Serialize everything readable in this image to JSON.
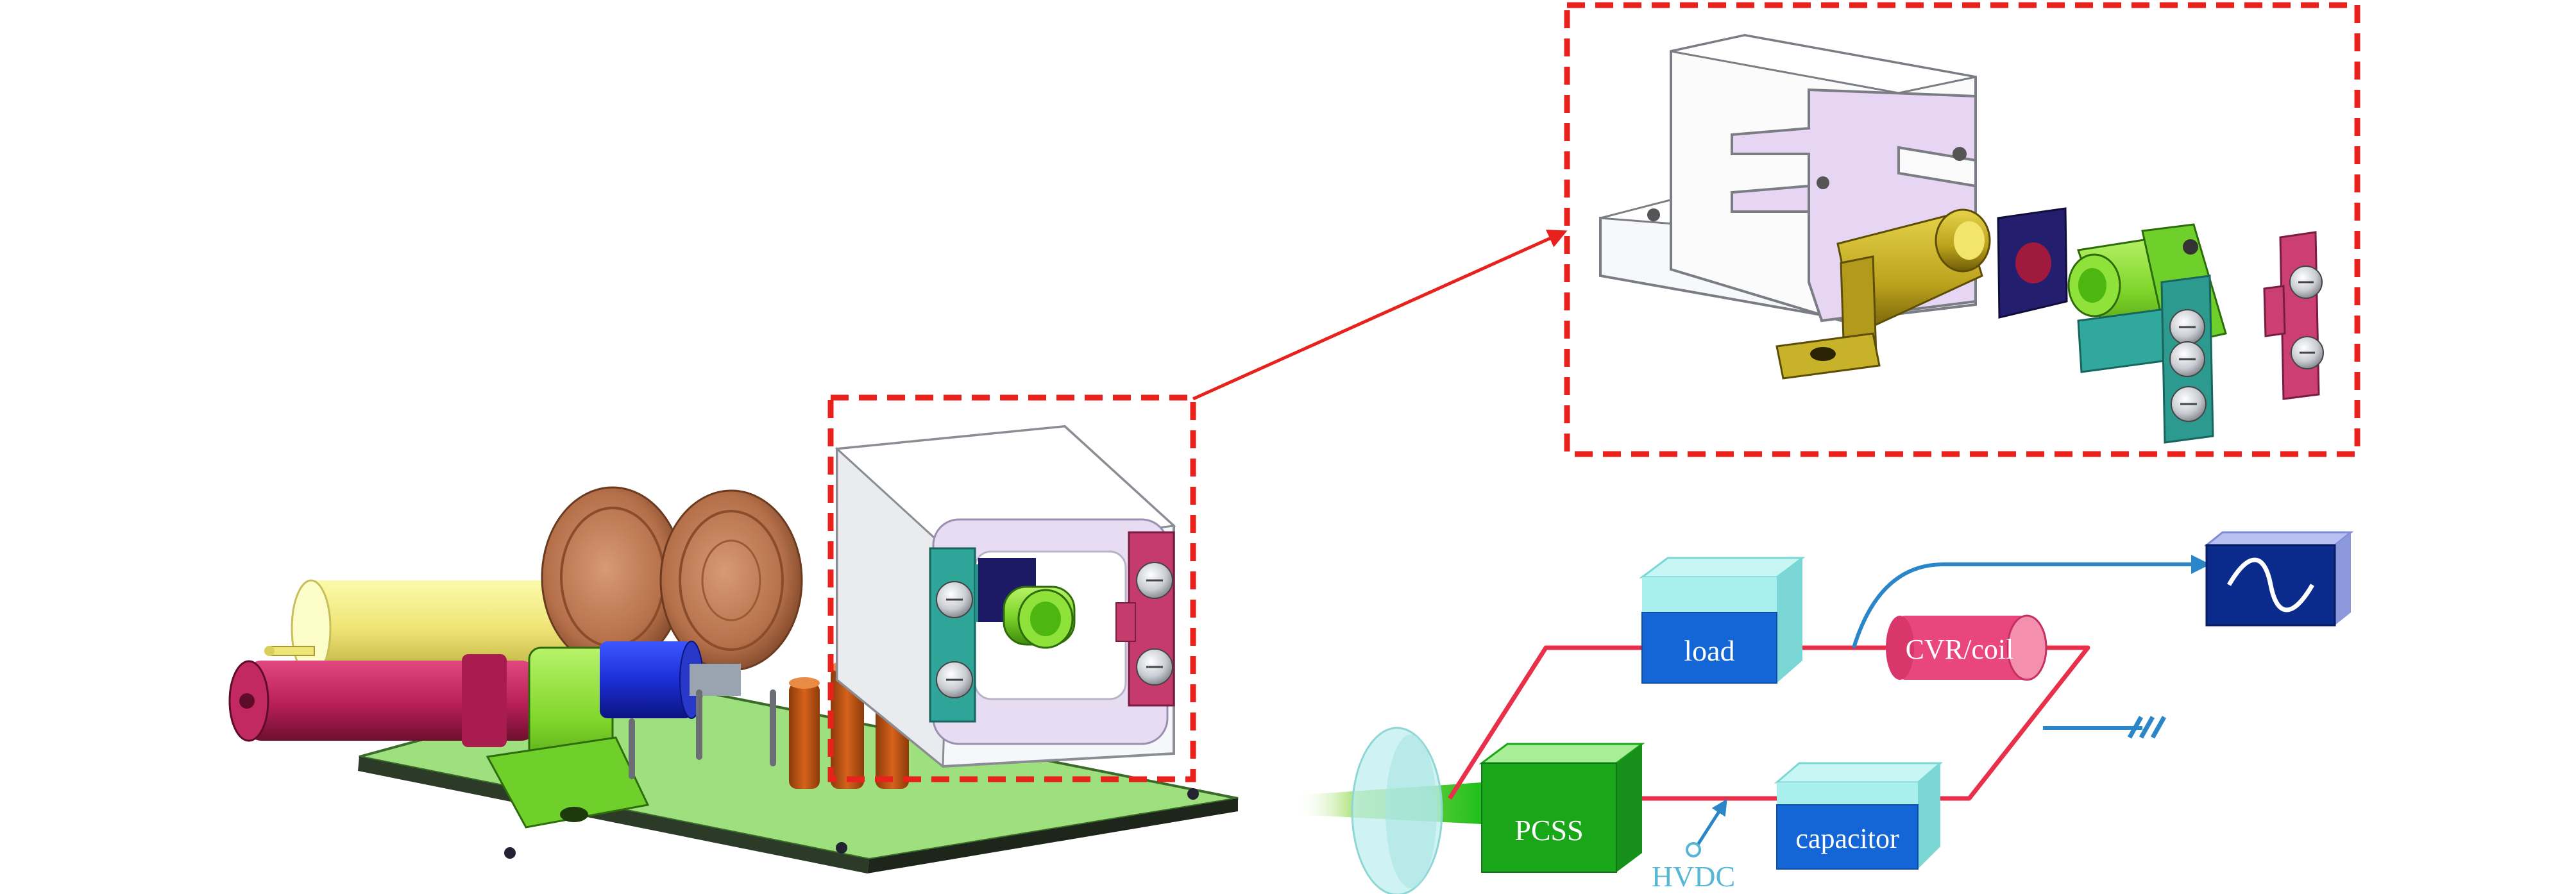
{
  "colors": {
    "callout_red": "#e8211c",
    "wire_red": "#e8304a",
    "signal_blue": "#2a86c9",
    "load_blue": "#1466d6",
    "pcss_green": "#1aa619",
    "capacitor_blue": "#1466d6",
    "cvr_pink": "#e8467c",
    "board_green": "#9ee07e",
    "scope_navy": "#0a2a8c",
    "hvdc_cyan": "#56b7d4"
  },
  "circuit": {
    "load_label": "load",
    "cvr_label": "CVR/coil",
    "pcss_label": "PCSS",
    "capacitor_label": "capacitor",
    "hvdc_label": "HVDC"
  },
  "icons": {
    "oscilloscope": "sine-wave-icon",
    "ground": "ground-icon",
    "laser_lens": "lens-icon"
  }
}
